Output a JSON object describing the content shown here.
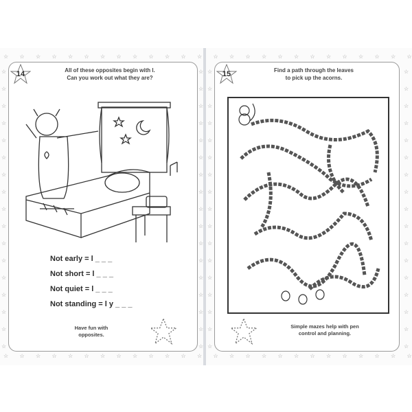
{
  "left_page": {
    "page_number": "14",
    "instructions": [
      "All of these opposites begin with l.",
      "Can you work out what they are?"
    ],
    "questions": [
      "Not early = l _ _ _",
      "Not short = l _ _ _",
      "Not quiet = l _ _ _",
      "Not standing = l y _ _ _"
    ],
    "footer": [
      "Have fun with",
      "opposites."
    ]
  },
  "right_page": {
    "page_number": "15",
    "instructions": [
      "Find a path through the leaves",
      "to pick up the acorns."
    ],
    "footer": [
      "Simple mazes help with pen",
      "control and planning."
    ]
  }
}
